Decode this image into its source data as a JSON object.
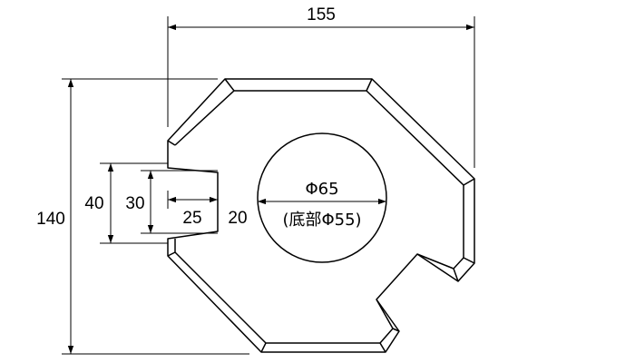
{
  "dimensions": {
    "overall_width": "155",
    "overall_height": "140",
    "notch_outer": "40",
    "notch_inner": "30",
    "notch_depth": "25",
    "side_offset": "20",
    "hole_diameter": "Φ65",
    "hole_bottom_note": "(底部Φ55)"
  }
}
